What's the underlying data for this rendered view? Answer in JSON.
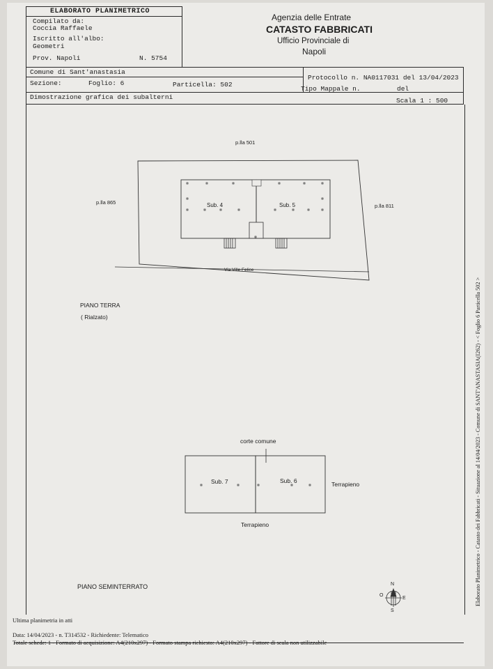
{
  "header": {
    "doc_title": "ELABORATO PLANIMETRICO",
    "compilato_label": "Compilato da:",
    "compilato_name": "Coccia Raffaele",
    "iscritto_label": "Iscritto all'albo:",
    "iscritto_value": "Geometri",
    "prov_label": "Prov. Napoli",
    "numero": "N. 5754",
    "agency": "Agenzia delle Entrate",
    "catasto": "CATASTO FABBRICATI",
    "ufficio": "Ufficio Provinciale di",
    "citta": "Napoli"
  },
  "info": {
    "comune": "Comune di Sant'anastasia",
    "sezione": "Sezione:",
    "foglio": "Foglio: 6",
    "particella": "Particella: 502",
    "protocollo": "Protocollo n. NA0117031 del 13/04/2023",
    "tipo_mappale": "Tipo Mappale n.",
    "del": "del",
    "dimostrazione": "Dimostrazione grafica dei subalterni",
    "scala": "Scala 1 : 500"
  },
  "plan_terra": {
    "pila_top": "p.lla 501",
    "pila_left": "p.lla 865",
    "pila_right": "p.lla 811",
    "sub4": "Sub. 4",
    "sub5": "Sub. 5",
    "via": "Via Ville Felice",
    "piano": "PIANO TERRA",
    "rialzato": "( Rialzato)"
  },
  "plan_semi": {
    "corte": "corte comune",
    "sub7": "Sub. 7",
    "sub6": "Sub. 6",
    "terrapieno_right": "Terrapieno",
    "terrapieno_bottom": "Terrapieno",
    "piano": "PIANO SEMINTERRATO"
  },
  "compass": {
    "n": "N",
    "s": "S",
    "e": "E",
    "o": "O"
  },
  "side_text": "Elaborato Planimetrico - Catasto dei Fabbricati - Situazione al 14/04/2023 - Comune di SANT'ANASTASIA(I262) - < Foglio 6 Particella 502 >",
  "footer": {
    "line1": "Ultima planimetria in atti",
    "line2": "Data: 14/04/2023 - n. T314532 - Richiedente: Telematico",
    "line3": "Totale schede: 1 - Formato di acquisizione: A4(210x297) - Formato stampa richiesto: A4(210x297) - Fattore di scala non utilizzabile"
  }
}
